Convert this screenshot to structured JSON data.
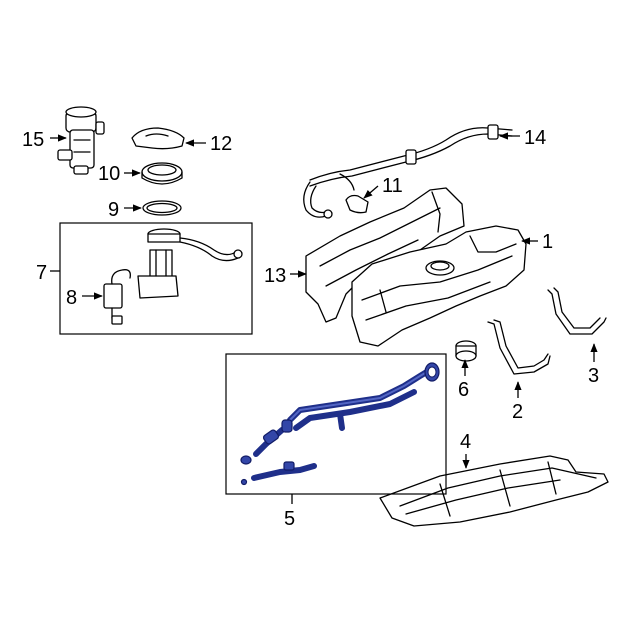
{
  "callouts": {
    "c1": "1",
    "c2": "2",
    "c3": "3",
    "c4": "4",
    "c5": "5",
    "c6": "6",
    "c7": "7",
    "c8": "8",
    "c9": "9",
    "c10": "10",
    "c11": "11",
    "c12": "12",
    "c13": "13",
    "c14": "14",
    "c15": "15"
  },
  "colors": {
    "highlight": "#1f2f8a",
    "line": "#000000",
    "background": "#ffffff"
  }
}
